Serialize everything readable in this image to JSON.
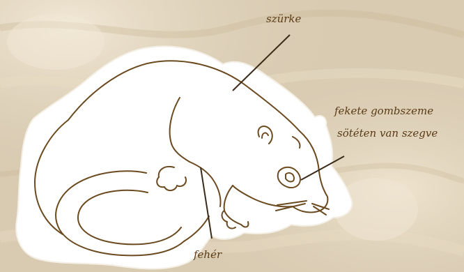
{
  "labels": {
    "top": "szürke",
    "right_line1": "fekete gombszeme",
    "right_line2": "sötéten van szegve",
    "bottom": "fehér"
  },
  "colors": {
    "background": "#d9cbb2",
    "wood_light": "#eadfca",
    "wood_dark": "#c8b695",
    "cutout": "#ffffff",
    "ink": "#6b4a1f",
    "label": "#5a3a14"
  },
  "subject_icon": "dormouse-drawing-icon"
}
